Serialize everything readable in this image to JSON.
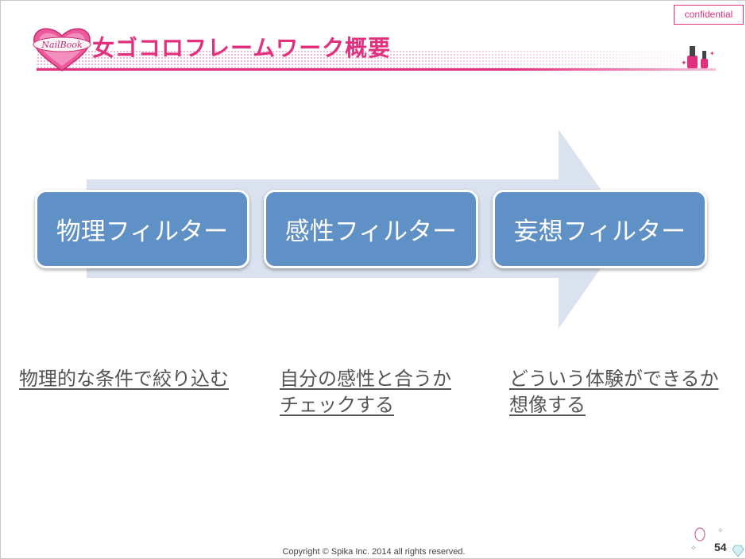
{
  "badge": "confidential",
  "title": "女ゴコロフレームワーク概要",
  "logo_text": "NailBook",
  "filters": [
    {
      "label": "物理フィルター",
      "caption": [
        "物理的な条件で絞り込む"
      ]
    },
    {
      "label": "感性フィルター",
      "caption": [
        "自分の感性と合うか",
        "チェックする"
      ]
    },
    {
      "label": "妄想フィルター",
      "caption": [
        "どういう体験ができるか",
        "想像する"
      ]
    }
  ],
  "footer": "Copyright © Spika Inc. 2014 all rights reserved.",
  "page_number": "54",
  "colors": {
    "accent": "#e0307e",
    "box": "#5f90c6",
    "arrow": "#dbe2ef"
  }
}
